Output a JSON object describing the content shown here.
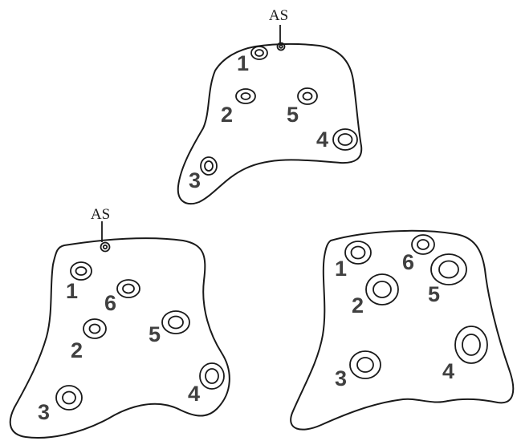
{
  "sections": [
    {
      "as_label": "AS",
      "features": [
        {
          "label": "1"
        },
        {
          "label": "2"
        },
        {
          "label": "3"
        },
        {
          "label": "4"
        },
        {
          "label": "5"
        }
      ]
    },
    {
      "as_label": "AS",
      "features": [
        {
          "label": "1"
        },
        {
          "label": "2"
        },
        {
          "label": "3"
        },
        {
          "label": "4"
        },
        {
          "label": "5"
        },
        {
          "label": "6"
        }
      ]
    },
    {
      "as_label": "",
      "features": [
        {
          "label": "1"
        },
        {
          "label": "2"
        },
        {
          "label": "3"
        },
        {
          "label": "4"
        },
        {
          "label": "5"
        },
        {
          "label": "6"
        }
      ]
    }
  ]
}
